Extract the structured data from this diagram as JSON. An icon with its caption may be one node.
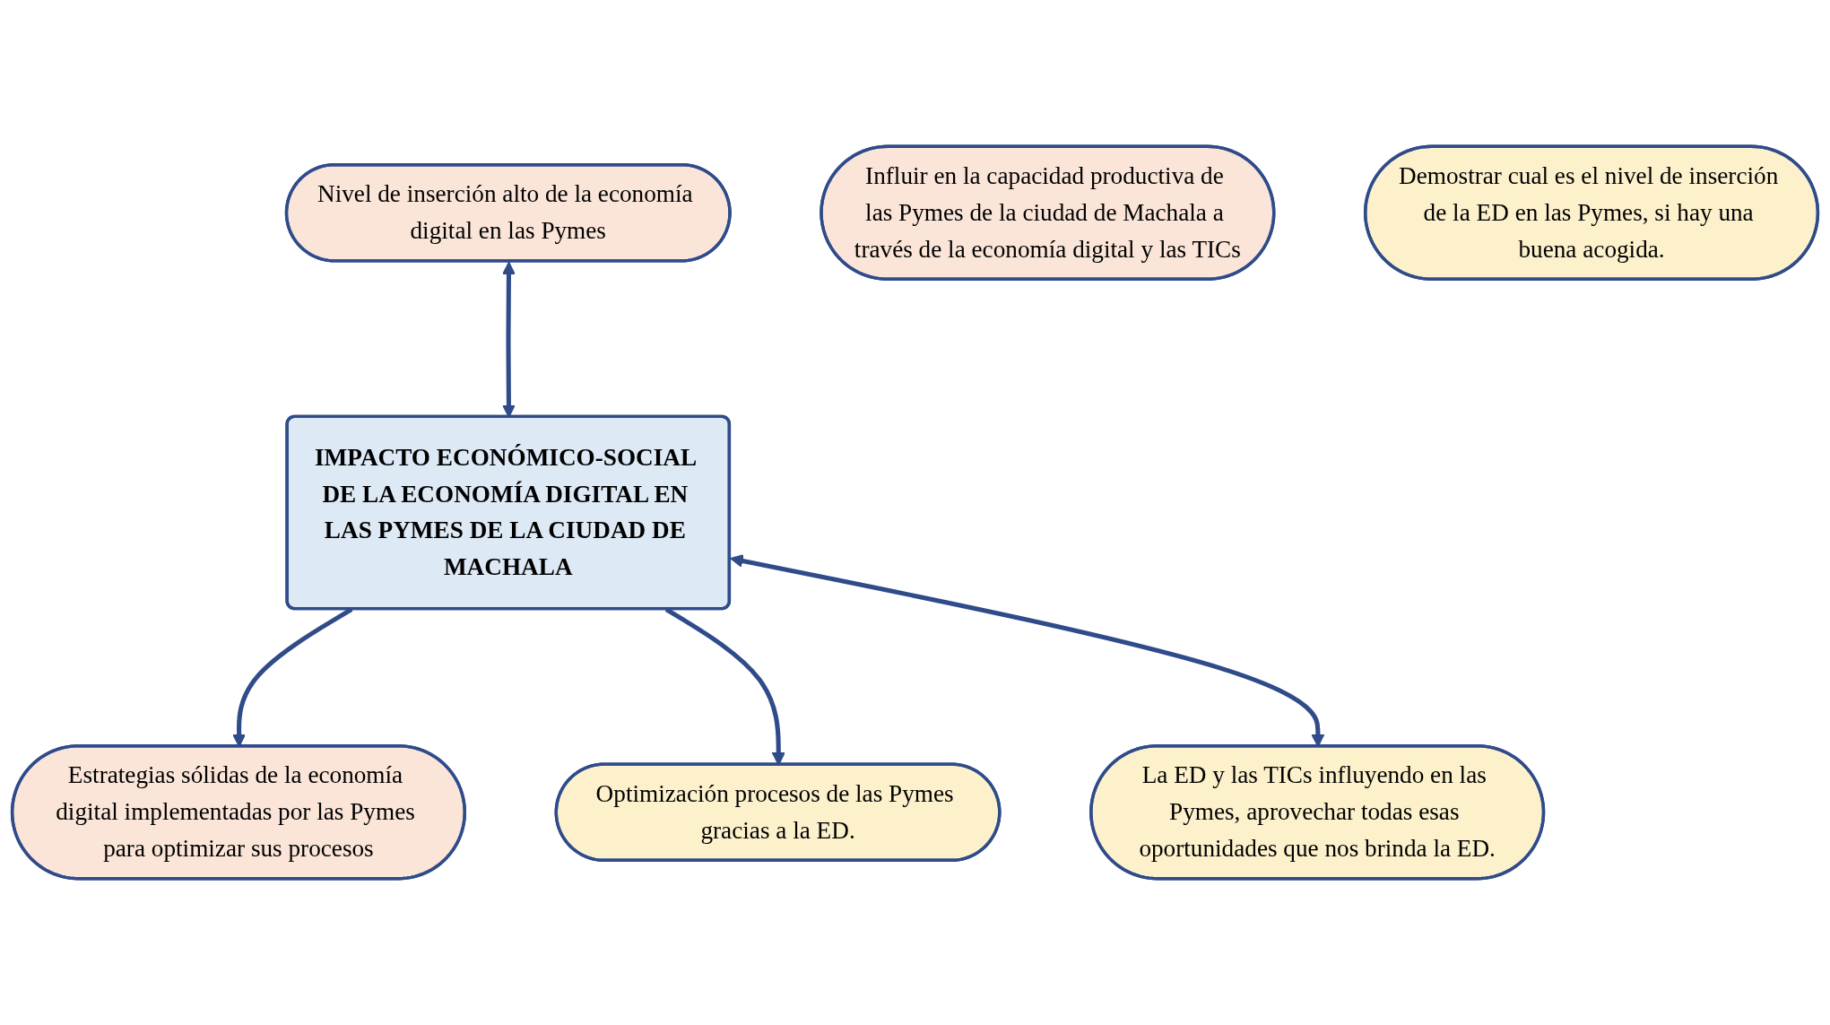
{
  "diagram": {
    "nodes": [
      {
        "text": [
          "Nivel de inserción alto de la economía digital en las Pymes"
        ]
      },
      {
        "text": [
          "Estrategias sólidas de la economía digital implementadas por las Pymes para optimizar sus procesos"
        ]
      },
      {
        "text": [
          "Influir en la capacidad productiva de las Pymes de la ciudad de Machala a través de la economía digital y las TICs"
        ]
      },
      {
        "text": [
          "IMPACTO ECONÓMICO-SOCIAL DE LA ECONOMÍA DIGITAL EN LAS PYMES DE LA CIUDAD DE MACHALA"
        ]
      },
      {
        "text": [
          "Demostrar cual es el nivel de inserción de la ED en las Pymes, si hay una buena acogida."
        ]
      },
      {
        "text": [
          "Optimización procesos de las Pymes gracias a la ED."
        ]
      },
      {
        "text": [
          "La ED y las TICs influyendo en las Pymes, aprovechar todas esas oportunidades que nos brinda la ED."
        ]
      }
    ],
    "edges": [
      {
        "from": 0,
        "to": 3,
        "arrow": "both"
      },
      {
        "from": 3,
        "to": 1,
        "arrow": "to"
      },
      {
        "from": 3,
        "to": 5,
        "arrow": "to"
      },
      {
        "from": 3,
        "to": 6,
        "arrow": "both"
      }
    ]
  }
}
